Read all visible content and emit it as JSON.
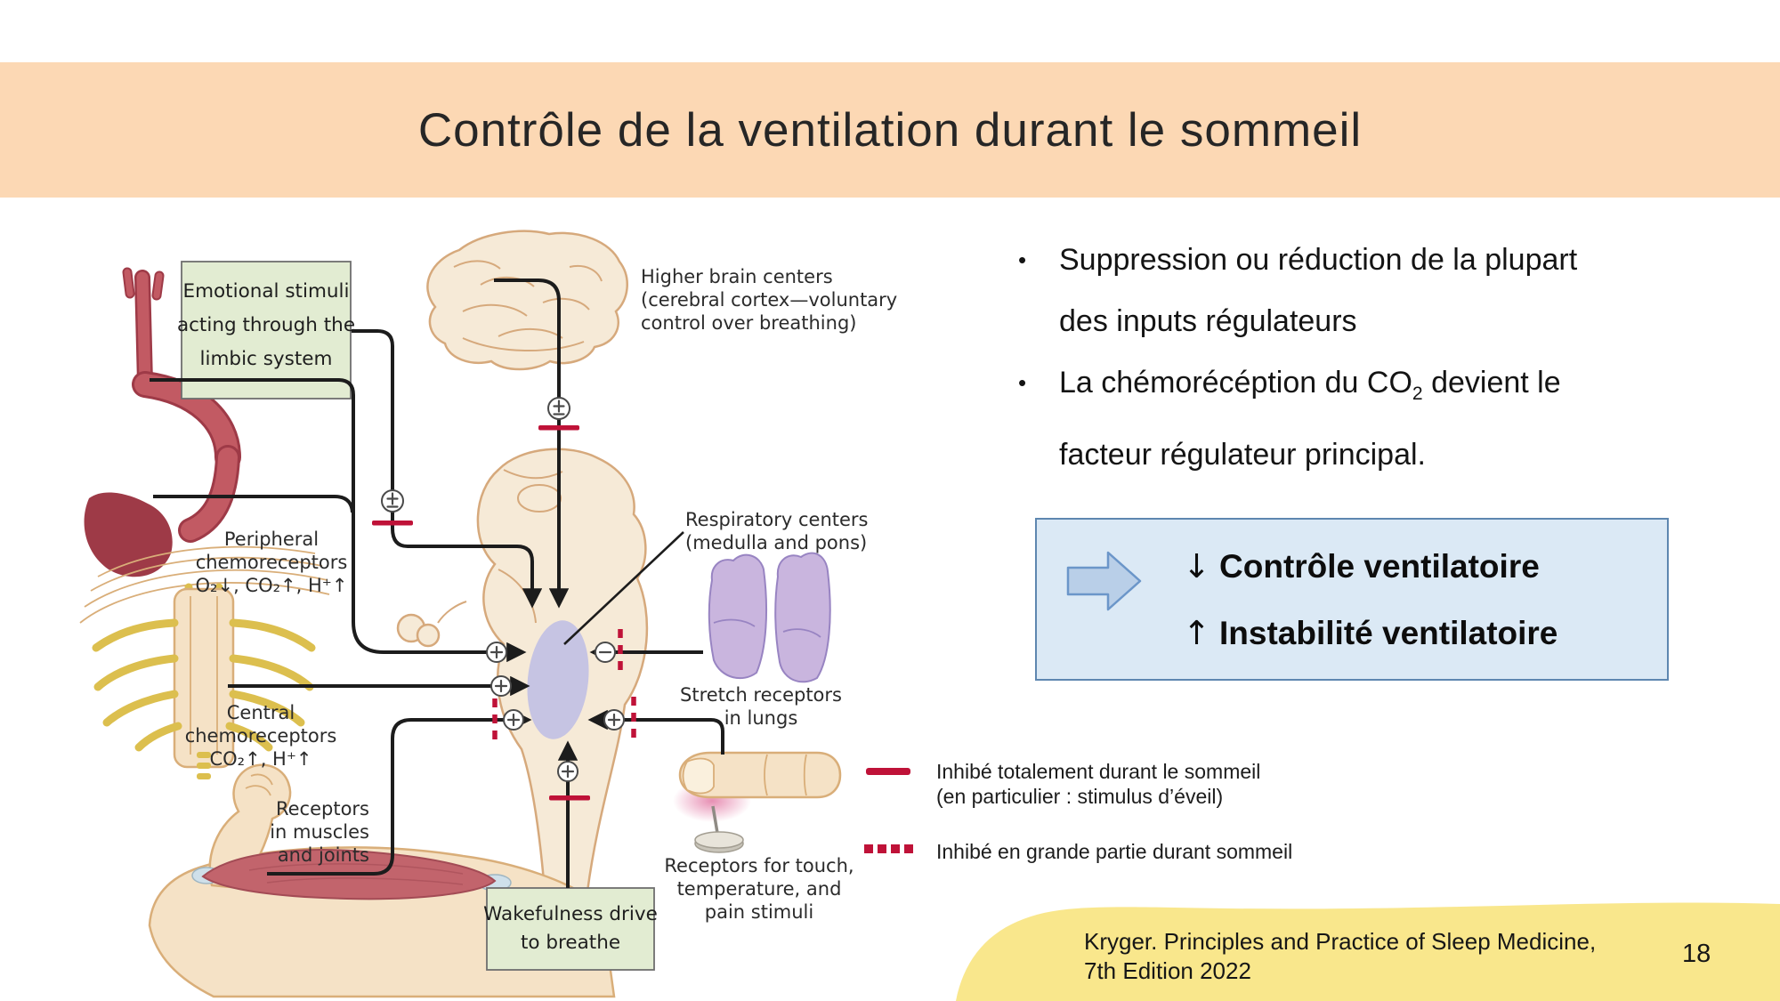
{
  "slide": {
    "title": "Contrôle de la ventilation durant le sommeil",
    "page_number": "18",
    "citation": [
      "Kryger. Principles and Practice of Sleep Medicine,",
      "7th Edition 2022"
    ]
  },
  "bullets": {
    "marker": "•",
    "b1": [
      "Suppression ou réduction de la plupart",
      "des inputs régulateurs"
    ],
    "b2_pre": "La chémorécéption du CO",
    "b2_sub": "2",
    "b2_post": " devient le",
    "b2_line2": "facteur régulateur principal."
  },
  "callout": {
    "line1_arrow": "↓",
    "line1_text": "Contrôle ventilatoire",
    "line2_arrow": "↑",
    "line2_text": "Instabilité ventilatoire"
  },
  "legend": {
    "solid_line1": "Inhibé totalement durant le sommeil",
    "solid_line2": "(en particulier : stimulus d’éveil)",
    "dotted_line1": "Inhibé en grande partie durant sommeil"
  },
  "diagram": {
    "emotional_box": [
      "Emotional stimuli",
      "acting through the",
      "limbic system"
    ],
    "higher_brain": [
      "Higher brain centers",
      "(cerebral cortex—voluntary",
      "control over breathing)"
    ],
    "peripheral": [
      "Peripheral",
      "chemoreceptors",
      "O₂↓, CO₂↑, H⁺↑"
    ],
    "central": [
      "Central",
      "chemoreceptors",
      "CO₂↑, H⁺↑"
    ],
    "respiratory": [
      "Respiratory centers",
      "(medulla and pons)"
    ],
    "stretch": [
      "Stretch receptors",
      "in lungs"
    ],
    "muscles": [
      "Receptors",
      "in muscles",
      "and joints"
    ],
    "touch": [
      "Receptors for touch,",
      "temperature, and",
      "pain stimuli"
    ],
    "wakefulness_box": [
      "Wakefulness drive",
      "to breathe"
    ]
  },
  "colors": {
    "band": "#fcd8b4",
    "inhibit": "#bf1238",
    "callout": "#dbe9f5",
    "calloutline": "#5e87b0",
    "footer": "#f9e78c",
    "green": "#e2ecd2",
    "purple": "#c6c4e3"
  }
}
